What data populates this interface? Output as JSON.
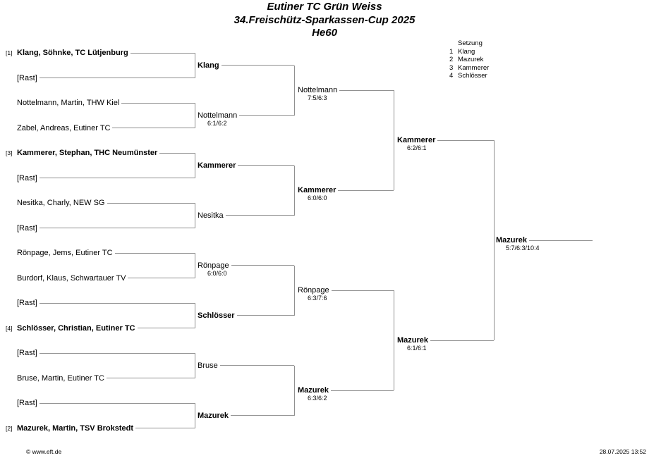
{
  "colors": {
    "background": "#ffffff",
    "text": "#000000",
    "line": "#909090"
  },
  "header": {
    "club": "Eutiner TC Grün Weiss",
    "event": "34.Freischütz-Sparkassen-Cup 2025",
    "category": "He60"
  },
  "seeding": {
    "heading": "Setzung",
    "rows": [
      {
        "rank": "1",
        "name": "Klang"
      },
      {
        "rank": "2",
        "name": "Mazurek"
      },
      {
        "rank": "3",
        "name": "Kammerer"
      },
      {
        "rank": "4",
        "name": "Schlösser"
      }
    ]
  },
  "bracket": {
    "round1": [
      {
        "seed": "[1]",
        "name": "Klang, Söhnke, TC Lütjenburg"
      },
      {
        "seed": "",
        "name": "[Rast]"
      },
      {
        "seed": "",
        "name": "Nottelmann, Martin, THW Kiel"
      },
      {
        "seed": "",
        "name": "Zabel, Andreas, Eutiner TC"
      },
      {
        "seed": "[3]",
        "name": "Kammerer, Stephan, THC Neumünster"
      },
      {
        "seed": "",
        "name": "[Rast]"
      },
      {
        "seed": "",
        "name": "Nesitka, Charly, NEW SG"
      },
      {
        "seed": "",
        "name": "[Rast]"
      },
      {
        "seed": "",
        "name": "Rönpage, Jems, Eutiner TC"
      },
      {
        "seed": "",
        "name": "Burdorf, Klaus, Schwartauer TV"
      },
      {
        "seed": "",
        "name": "[Rast]"
      },
      {
        "seed": "[4]",
        "name": "Schlösser, Christian, Eutiner TC"
      },
      {
        "seed": "",
        "name": "[Rast]"
      },
      {
        "seed": "",
        "name": "Bruse, Martin, Eutiner TC"
      },
      {
        "seed": "",
        "name": "[Rast]"
      },
      {
        "seed": "[2]",
        "name": "Mazurek, Martin, TSV Brokstedt"
      }
    ],
    "round2": [
      {
        "name": "Klang",
        "score": ""
      },
      {
        "name": "Nottelmann",
        "score": "6:1/6:2"
      },
      {
        "name": "Kammerer",
        "score": ""
      },
      {
        "name": "Nesitka",
        "score": ""
      },
      {
        "name": "Rönpage",
        "score": "6:0/6:0"
      },
      {
        "name": "Schlösser",
        "score": ""
      },
      {
        "name": "Bruse",
        "score": ""
      },
      {
        "name": "Mazurek",
        "score": ""
      }
    ],
    "round3": [
      {
        "name": "Nottelmann",
        "score": "7:5/6:3"
      },
      {
        "name": "Kammerer",
        "score": "6:0/6:0"
      },
      {
        "name": "Rönpage",
        "score": "6:3/7:6"
      },
      {
        "name": "Mazurek",
        "score": "6:3/6:2"
      }
    ],
    "round4": [
      {
        "name": "Kammerer",
        "score": "6:2/6:1"
      },
      {
        "name": "Mazurek",
        "score": "6:1/6:1"
      }
    ],
    "final": {
      "name": "Mazurek",
      "score": "5:7/6:3/10:4"
    }
  },
  "footer": {
    "copyright": "© www.eft.de",
    "printed": "28.07.2025 13:52"
  }
}
